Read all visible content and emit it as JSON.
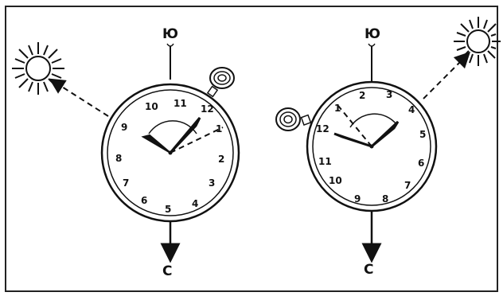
{
  "left": {
    "top_label": "Ю",
    "bottom_label": "С",
    "numerals": [
      "10",
      "11",
      "12",
      "1",
      "2",
      "3",
      "4",
      "5",
      "6",
      "7",
      "8",
      "9"
    ]
  },
  "right": {
    "top_label": "Ю",
    "bottom_label": "С",
    "numerals": [
      "2",
      "3",
      "4",
      "5",
      "6",
      "7",
      "8",
      "9",
      "10",
      "11",
      "12",
      "1"
    ]
  },
  "colors": {
    "ink": "#111111",
    "paper": "#ffffff",
    "frame": "#222222"
  },
  "icons": [
    "sun-icon",
    "stopwatch-crown-icon",
    "arrow-down-icon",
    "dashed-arrow-icon"
  ]
}
